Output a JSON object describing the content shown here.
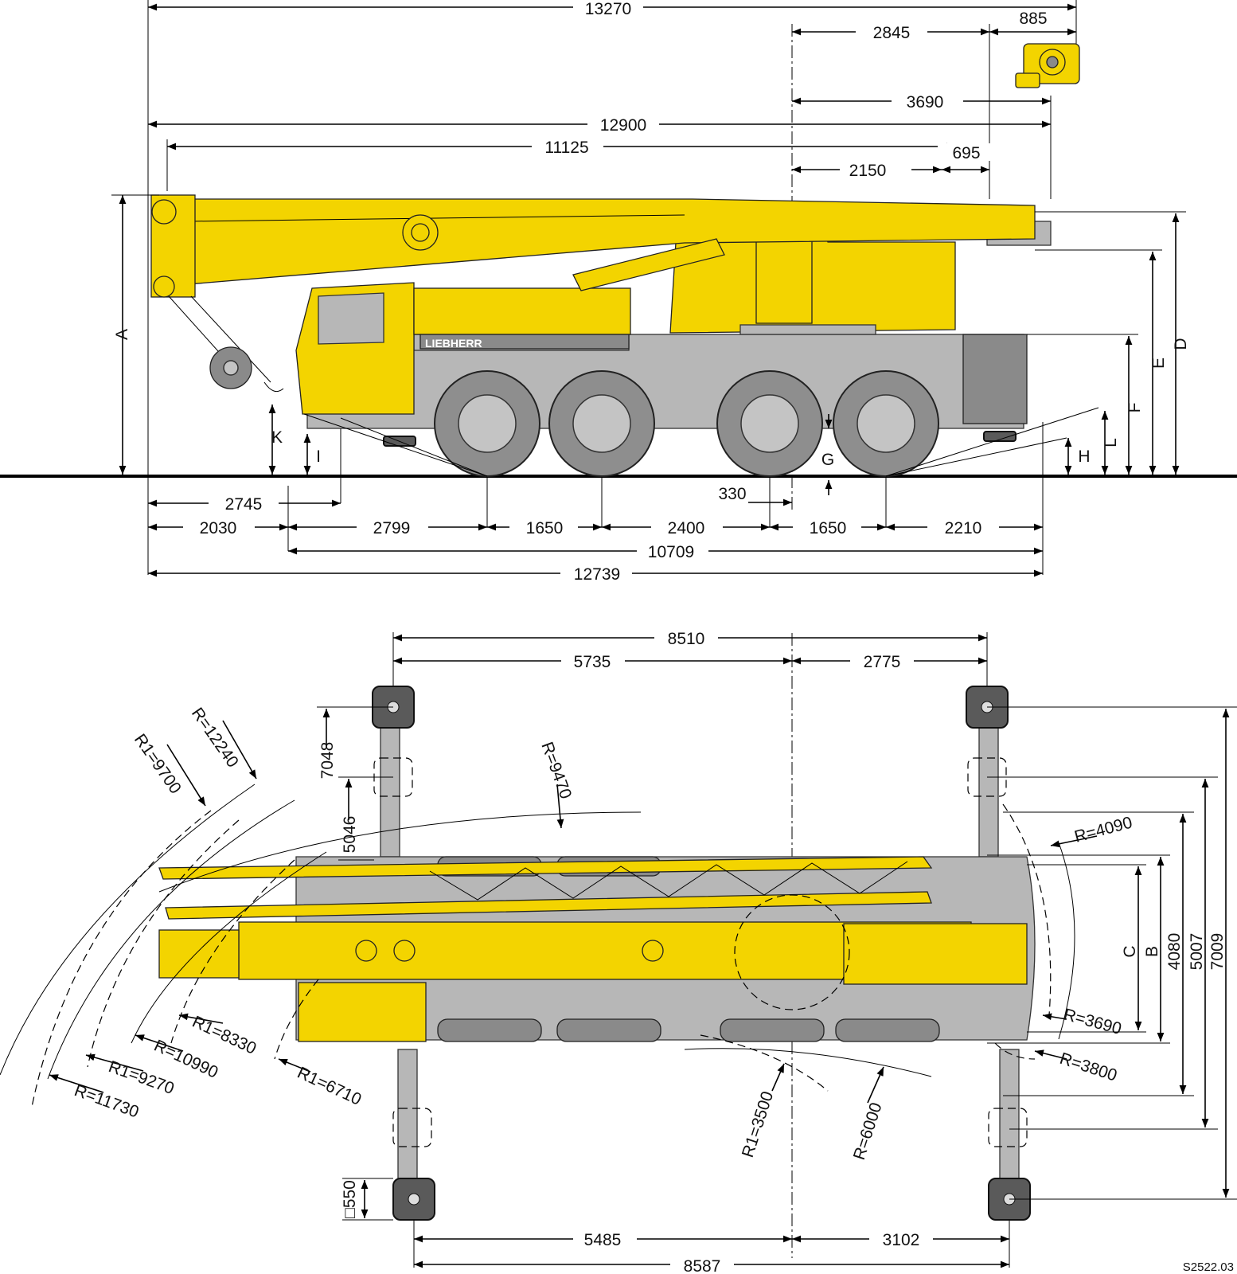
{
  "side_view": {
    "top_dims": [
      "13270",
      "2845",
      "885",
      "3690",
      "12900",
      "11125",
      "2150",
      "695"
    ],
    "bottom_dims": [
      "2745",
      "2030",
      "2799",
      "1650",
      "2400",
      "330",
      "1650",
      "2210",
      "10709",
      "12739"
    ],
    "letters": [
      "A",
      "K",
      "I",
      "G",
      "H",
      "L",
      "F",
      "E",
      "D"
    ],
    "brand": "LIEBHERR"
  },
  "top_view": {
    "top_dims": [
      "8510",
      "5735",
      "2775"
    ],
    "bottom_dims": [
      "5485",
      "3102",
      "8587"
    ],
    "left_dims": [
      "7048",
      "5046",
      "□550"
    ],
    "right_dims": [
      "C",
      "B",
      "4080",
      "5007",
      "7009"
    ],
    "radii": [
      "R=12240",
      "R1=9700",
      "R=9470",
      "R=4090",
      "R=3690",
      "R=3800",
      "R1=3500",
      "R=6000",
      "R1=8330",
      "R=10990",
      "R1=9270",
      "R=11730",
      "R1=6710"
    ]
  },
  "drawing_number": "S2522.03"
}
